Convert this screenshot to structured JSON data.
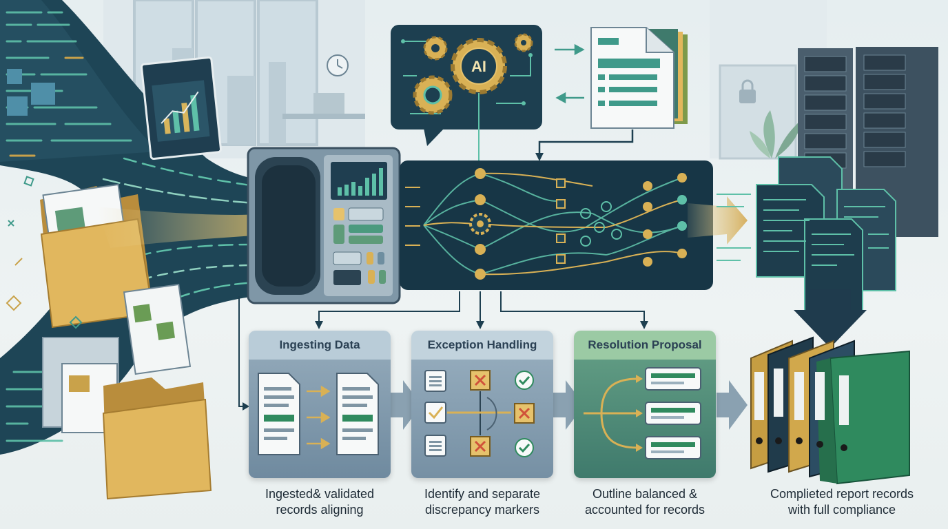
{
  "machine_icon_label": "AI",
  "stages": [
    {
      "title": "Ingesting Data",
      "caption_line1": "Ingested& validated",
      "caption_line2": "records aligning"
    },
    {
      "title": "Exception Handling",
      "caption_line1": "Identify and separate",
      "caption_line2": "discrepancy markers"
    },
    {
      "title": "Resolution Proposal",
      "caption_line1": "Outline balanced &",
      "caption_line2": "accounted for records"
    }
  ],
  "final_caption_line1": "Complieted report  records",
  "final_caption_line2": "with full compliance",
  "colors": {
    "navy": "#1f3b4d",
    "teal": "#3f9a8a",
    "gold": "#c9a24a",
    "green": "#2f8a5e",
    "red": "#d0523a"
  }
}
